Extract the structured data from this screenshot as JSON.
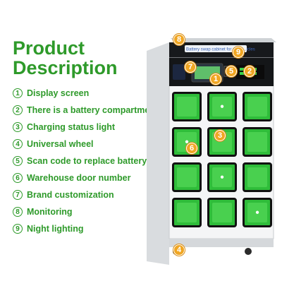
{
  "title": {
    "line1": "Product",
    "line2": "Description"
  },
  "features": [
    {
      "num": "1",
      "label": "Display screen"
    },
    {
      "num": "2",
      "label": "There is a battery compartment"
    },
    {
      "num": "3",
      "label": "Charging status light"
    },
    {
      "num": "4",
      "label": "Universal wheel"
    },
    {
      "num": "5",
      "label": "Scan code to replace battery"
    },
    {
      "num": "6",
      "label": "Warehouse door number"
    },
    {
      "num": "7",
      "label": "Brand customization"
    },
    {
      "num": "8",
      "label": "Monitoring"
    },
    {
      "num": "9",
      "label": "Night lighting"
    }
  ],
  "cabinet": {
    "sign_text": "Battery swap cabinet for ele... ...icles",
    "colors": {
      "door": "#2fbd3a",
      "marker": "#f0a623",
      "accent": "#2e9a2a"
    }
  }
}
